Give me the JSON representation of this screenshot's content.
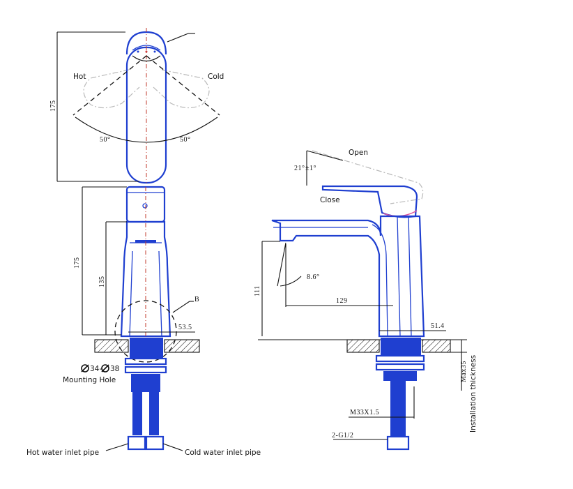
{
  "labels": {
    "hot": "Hot",
    "cold": "Cold",
    "open": "Open",
    "close": "Close",
    "mounting_hole_dim": "34-",
    "mounting_hole_dim2": "38",
    "mounting_hole": "Mounting Hole",
    "hot_pipe": "Hot water inlet pipe",
    "cold_pipe": "Cold water inlet pipe",
    "install_max": "Max35",
    "install_thickness": "Installation thickness"
  },
  "dimensions": {
    "top_height": "175",
    "angle_left": "50°",
    "angle_right": "50°",
    "front_height": "175",
    "front_spout_height": "135",
    "front_base_width": "53.5",
    "detail_b": "B",
    "tilt_angle": "21°",
    "tilt_tol": "±1°",
    "spout_angle": "8.6°",
    "spout_height": "111",
    "spout_reach": "129",
    "side_base_width": "51.4",
    "thread": "M33X1.5",
    "inlet_thread": "2-G1/2"
  },
  "colors": {
    "outline": "#1f3fd0",
    "dimension": "#111111",
    "hatch": "#111111",
    "ghost": "#b9b9b9",
    "centerline": "#c0392b"
  }
}
